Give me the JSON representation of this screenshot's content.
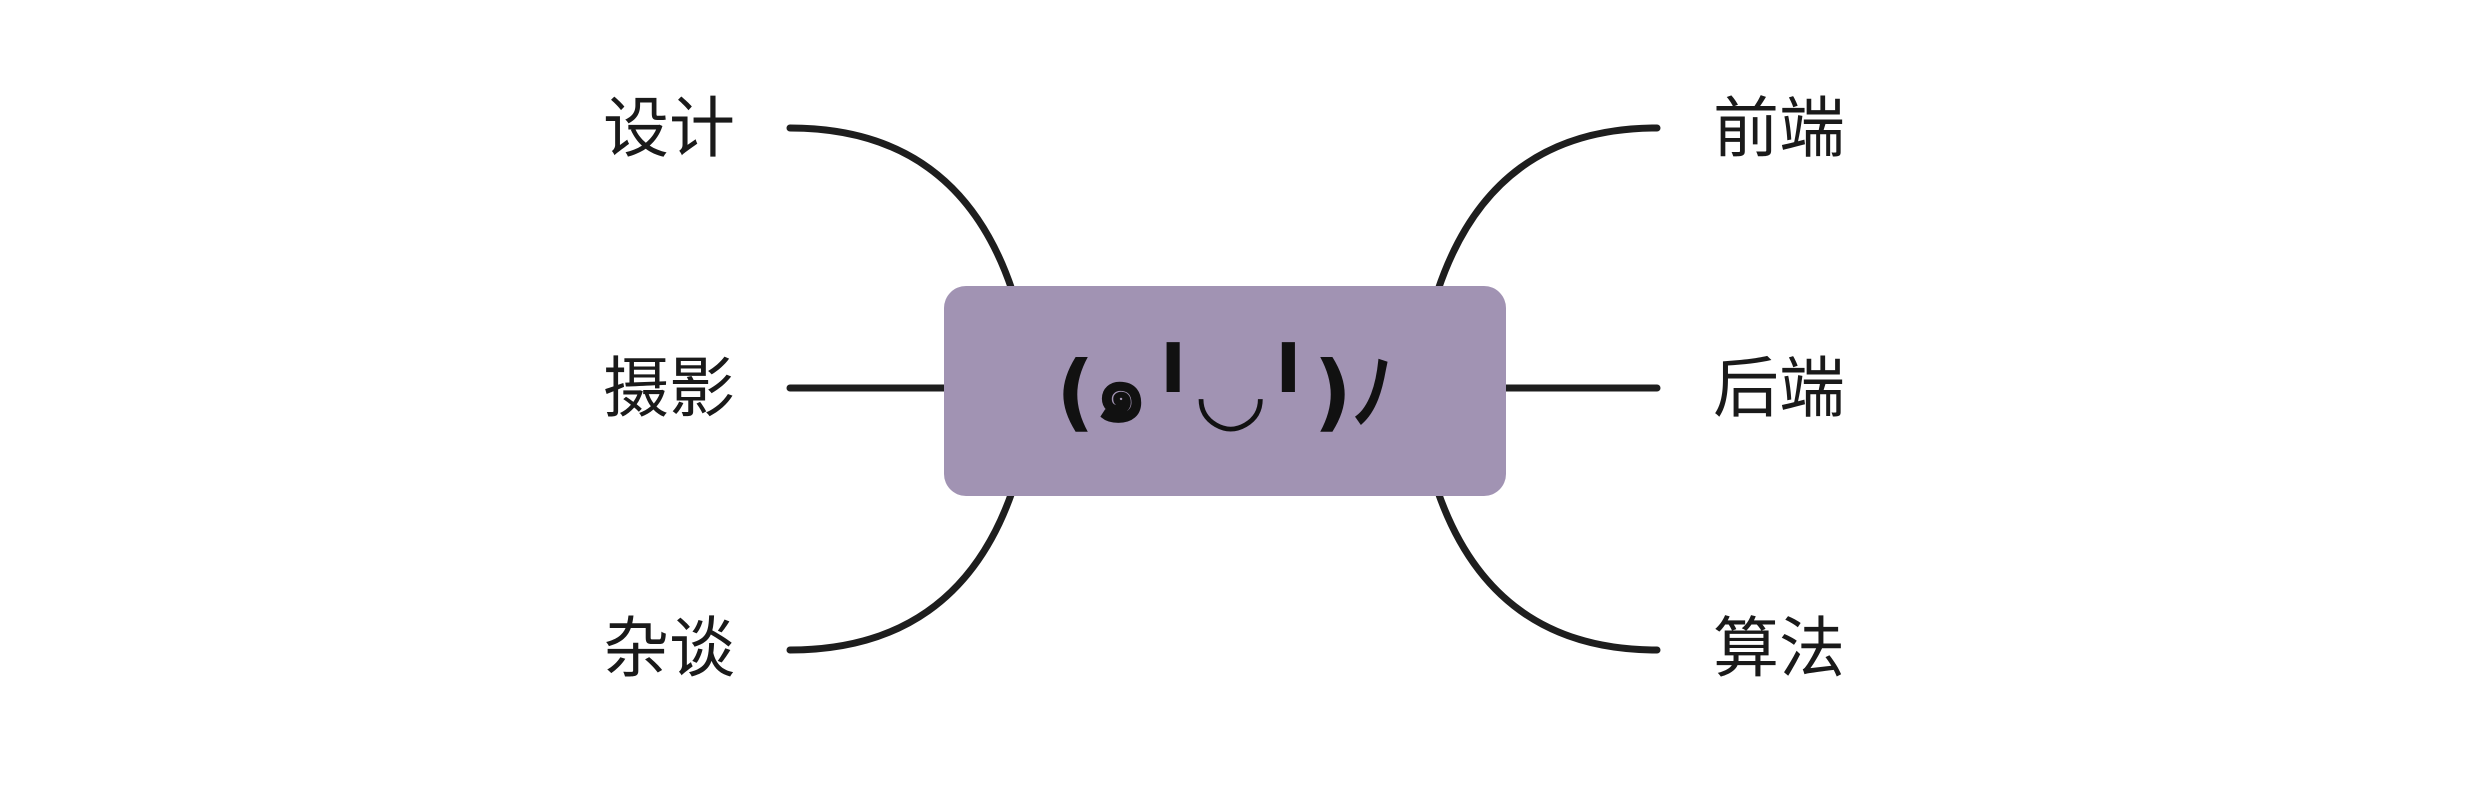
{
  "center": {
    "label": "(๑╹◡╹)ﾉ",
    "color": "#a193b3"
  },
  "line_color": "#1e1e1e",
  "branches": {
    "left": [
      {
        "label": "设计"
      },
      {
        "label": "摄影"
      },
      {
        "label": "杂谈"
      }
    ],
    "right": [
      {
        "label": "前端"
      },
      {
        "label": "后端"
      },
      {
        "label": "算法"
      }
    ]
  }
}
